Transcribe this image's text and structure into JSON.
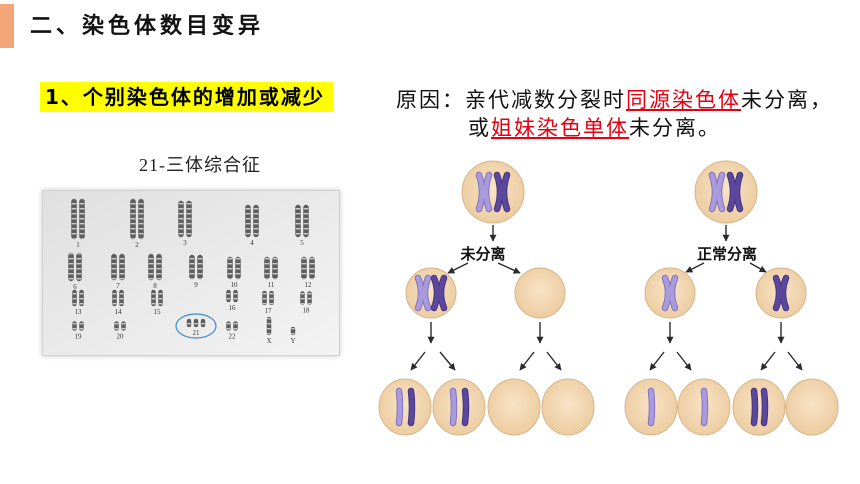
{
  "section": {
    "title": "二、染色体数目变异"
  },
  "subheading": "1、个别染色体的增加或减少",
  "cause": {
    "line1_prefix": "原因：亲代减数分裂时",
    "line1_highlight": "同源染色体",
    "line1_suffix": "未分离，",
    "line2_prefix": "或",
    "line2_highlight": "姐妹染色单体",
    "line2_suffix": "未分离。"
  },
  "karyotype": {
    "caption": "21-三体综合征",
    "labels": [
      "1",
      "2",
      "3",
      "4",
      "5",
      "6",
      "7",
      "8",
      "9",
      "10",
      "11",
      "12",
      "13",
      "14",
      "15",
      "16",
      "17",
      "18",
      "19",
      "20",
      "21",
      "22",
      "X",
      "Y"
    ]
  },
  "diagrams": [
    {
      "label": "未分离"
    },
    {
      "label": "正常分离"
    }
  ],
  "colors": {
    "accent_bar": "#f4a67a",
    "highlight": "#ffff00",
    "emphasis_text": "#e60012",
    "cell_fill": "#f8e3c6",
    "cell_edge": "#eccb9f",
    "cell_outline": "#d8b486",
    "chromosome_light": "#a99bdb",
    "chromosome_dark": "#5b479b",
    "karyotype_circle": "#3d8ccb"
  }
}
